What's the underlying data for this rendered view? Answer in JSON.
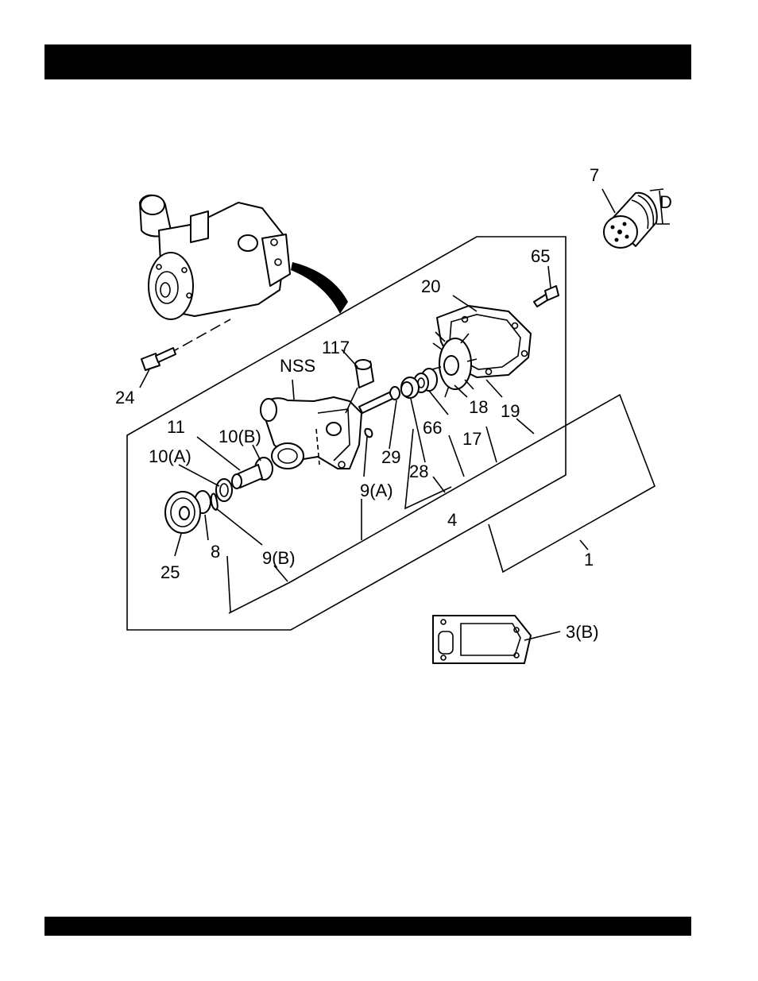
{
  "header_bar": "",
  "footer_bar": "",
  "callouts": {
    "c7": "7",
    "cD": "D",
    "c65": "65",
    "c20": "20",
    "c117": "117",
    "cNSS": "NSS",
    "c24": "24",
    "c11": "11",
    "c10B": "10(B)",
    "c10A": "10(A)",
    "c18": "18",
    "c19": "19",
    "c66": "66",
    "c17": "17",
    "c29": "29",
    "c28": "28",
    "c9A": "9(A)",
    "c4": "4",
    "c25": "25",
    "c8": "8",
    "c9B": "9(B)",
    "c1": "1",
    "c3B": "3(B)"
  }
}
